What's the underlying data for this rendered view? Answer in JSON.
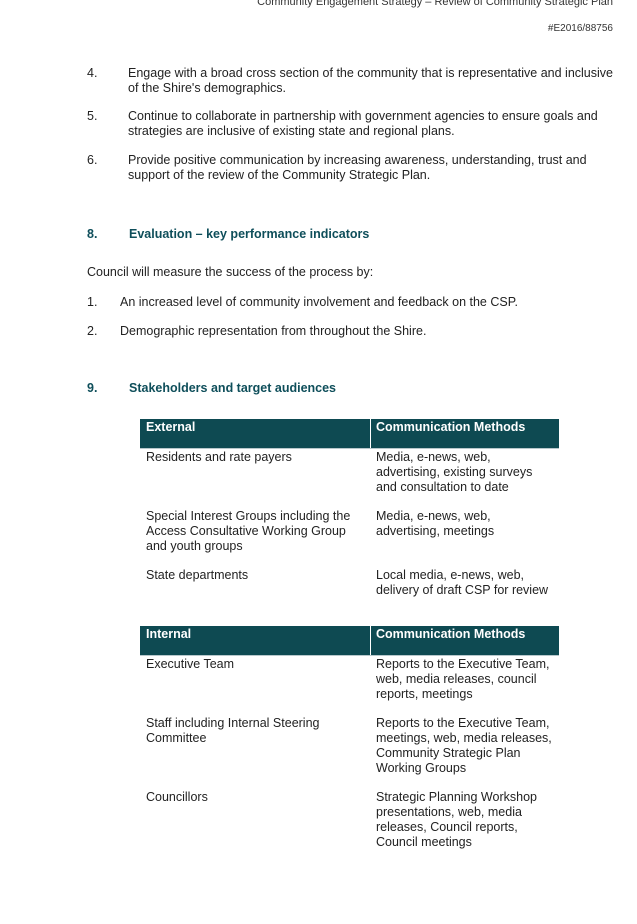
{
  "header": {
    "title": "Community Engagement Strategy – Review of Community Strategic Plan",
    "ref": "#E2016/88756"
  },
  "objectives": [
    {
      "num": "4.",
      "text": "Engage with a broad cross section of the community that is representative and inclusive of the Shire's demographics."
    },
    {
      "num": "5.",
      "text": "Continue to collaborate in partnership with government agencies to ensure goals and strategies are inclusive of existing state and regional plans."
    },
    {
      "num": "6.",
      "text": "Provide positive communication by increasing awareness, understanding, trust and support of the review of the Community Strategic Plan."
    }
  ],
  "section8": {
    "num": "8.",
    "title": "Evaluation – key performance indicators",
    "intro": "Council will measure the success of the process by:",
    "items": [
      {
        "num": "1.",
        "text": "An increased level of community involvement and feedback on the CSP."
      },
      {
        "num": "2.",
        "text": "Demographic representation from throughout the Shire."
      }
    ]
  },
  "section9": {
    "num": "9.",
    "title": "Stakeholders and target audiences"
  },
  "external_table": {
    "headers": [
      "External",
      "Communication Methods"
    ],
    "rows": [
      [
        "Residents and rate payers",
        "Media, e-news, web, advertising, existing surveys and consultation to date"
      ],
      [
        "Special Interest Groups including the Access Consultative Working Group and youth groups",
        "Media, e-news, web, advertising, meetings"
      ],
      [
        "State departments",
        "Local media, e-news, web, delivery of draft CSP for review"
      ]
    ]
  },
  "internal_table": {
    "headers": [
      "Internal",
      "Communication Methods"
    ],
    "rows": [
      [
        "Executive Team",
        "Reports to the Executive Team, web, media releases, council reports, meetings"
      ],
      [
        "Staff including Internal Steering Committee",
        "Reports to the Executive Team, meetings, web, media releases, Community Strategic Plan Working Groups"
      ],
      [
        "Councillors",
        "Strategic Planning Workshop presentations, web, media releases, Council reports, Council meetings"
      ]
    ]
  }
}
